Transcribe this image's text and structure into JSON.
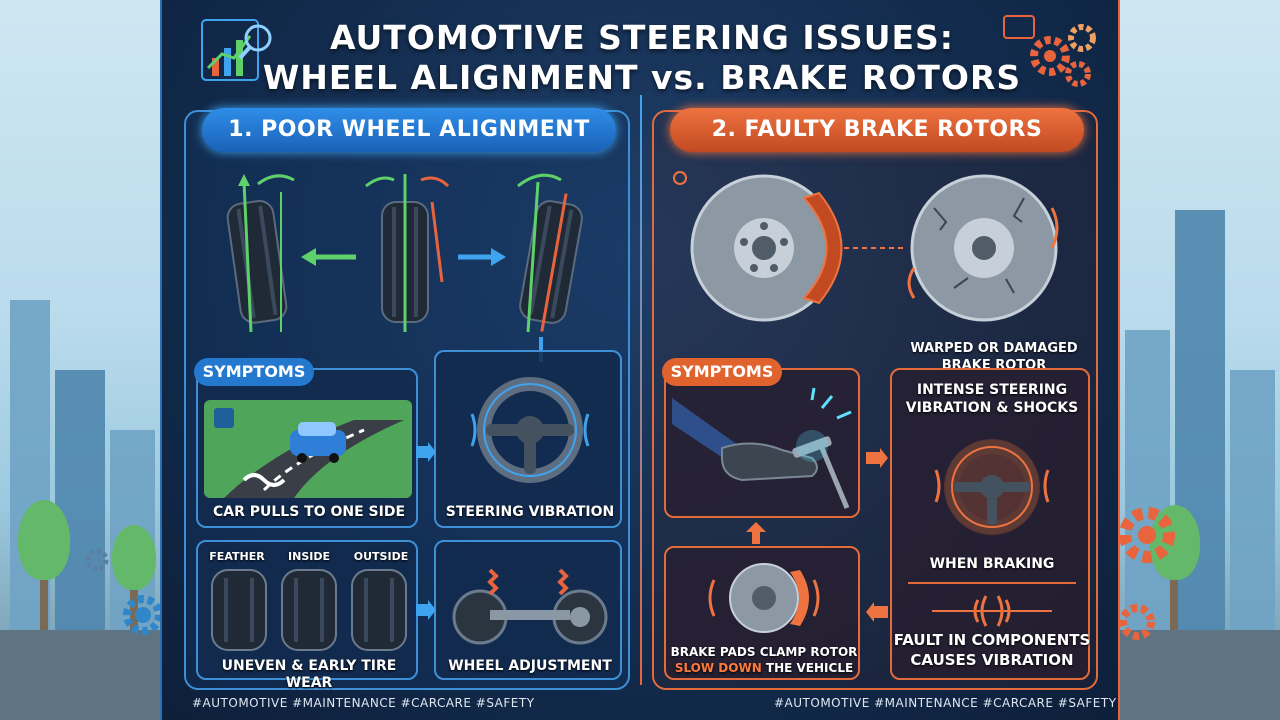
{
  "title_line1": "AUTOMOTIVE STEERING ISSUES:",
  "title_line2": "WHEEL ALIGNMENT vs. BRAKE ROTORS",
  "left": {
    "heading": "1. POOR WHEEL ALIGNMENT",
    "symptoms_label": "SYMPTOMS",
    "pull_caption": "CAR PULLS TO ONE SIDE",
    "vibration_caption": "STEERING VIBRATION",
    "wear_labels": [
      "FEATHER",
      "INSIDE",
      "OUTSIDE"
    ],
    "wear_caption": "UNEVEN & EARLY TIRE WEAR",
    "adjust_caption": "WHEEL ADJUSTMENT",
    "hashtags": "#AUTOMOTIVE #MAINTENANCE #CARCARE #SAFETY"
  },
  "right": {
    "heading": "2. FAULTY BRAKE ROTORS",
    "warped_line1": "WARPED OR DAMAGED",
    "warped_line2": "BRAKE ROTOR",
    "symptoms_label": "SYMPTOMS",
    "intense_line1": "INTENSE STEERING",
    "intense_line2": "VIBRATION & SHOCKS",
    "when_braking": "WHEN BRAKING",
    "clamp_line1": "BRAKE PADS CLAMP ROTOR",
    "clamp_line2": "SLOW DOWN",
    "clamp_line2b": " THE VEHICLE",
    "fault_line1": "FAULT IN COMPONENTS",
    "fault_line2": "CAUSES VIBRATION",
    "hashtags": "#AUTOMOTIVE #MAINTENANCE #CARCARE #SAFETY"
  },
  "colors": {
    "blue_accent": "#3e8fd6",
    "orange_accent": "#e26a3b",
    "poster_bg": "#132c4e"
  }
}
